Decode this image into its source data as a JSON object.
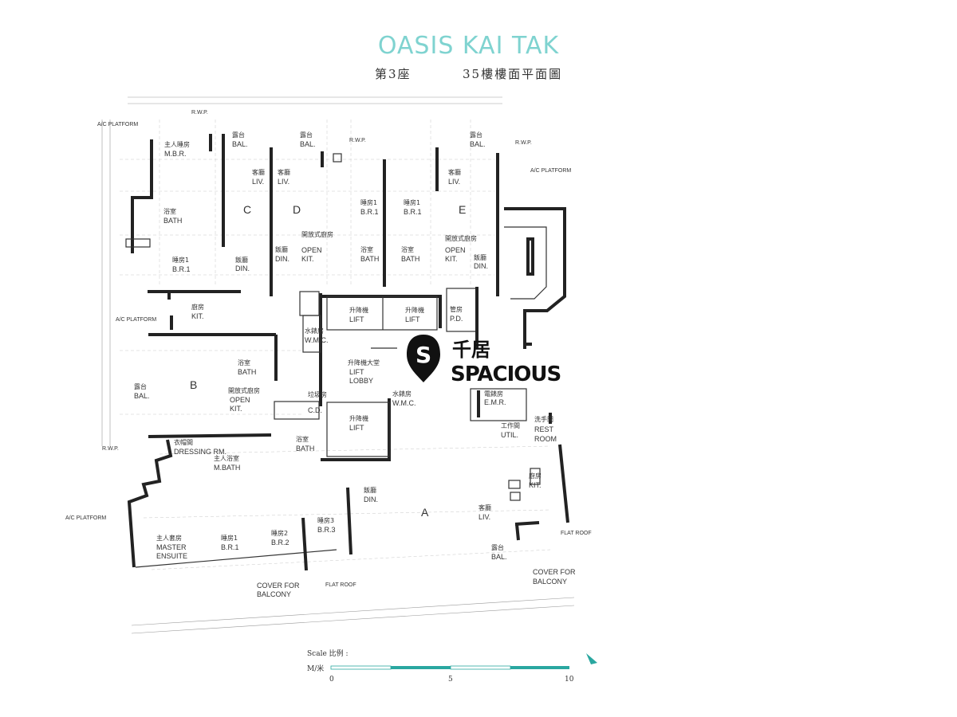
{
  "header": {
    "title": "OASIS KAI TAK",
    "block": "第3座",
    "floor": "35樓樓面平面圖"
  },
  "units": [
    "A",
    "B",
    "C",
    "D",
    "E"
  ],
  "rooms": {
    "mbr_zh": "主人睡房",
    "mbr": "M.B.R.",
    "bal_zh": "露台",
    "bal": "BAL.",
    "bath_zh": "浴室",
    "bath": "BATH",
    "br1_zh": "睡房1",
    "br1": "B.R.1",
    "br2_zh": "睡房2",
    "br2": "B.R.2",
    "br3_zh": "睡房3",
    "br3": "B.R.3",
    "liv_zh": "客廳",
    "liv": "LIV.",
    "din_zh": "飯廳",
    "din": "DIN.",
    "kit_zh": "廚房",
    "kit": "KIT.",
    "openkit_zh": "開放式廚房",
    "openkit_a": "OPEN",
    "openkit_b": "KIT.",
    "lift_zh": "升降機",
    "lift": "LIFT",
    "lobby_zh": "升降機大堂",
    "lobby_a": "LIFT",
    "lobby_b": "LOBBY",
    "pd_zh": "管房",
    "pd": "P.D.",
    "wmc_zh": "水錶房",
    "wmc": "W.M.C.",
    "cd_zh": "垃圾房",
    "cd": "C.D.",
    "emr_zh": "電錶房",
    "emr": "E.M.R.",
    "util_zh": "工作間",
    "util": "UTIL.",
    "rest_zh": "洗手間",
    "rest_a": "REST",
    "rest_b": "ROOM",
    "dressing_zh": "衣帽間",
    "dressing": "DRESSING RM.",
    "mbath_zh": "主人浴室",
    "mbath": "M.BATH",
    "master_zh": "主人套房",
    "master_a": "MASTER",
    "master_b": "ENSUITE",
    "ac": "A/C PLATFORM",
    "rwp": "R.W.P.",
    "flatroof": "FLAT ROOF",
    "cover_a": "COVER FOR",
    "cover_b": "BALCONY"
  },
  "logo": {
    "chinese": "千居",
    "english": "SPACIOUS",
    "letter": "S"
  },
  "scale": {
    "label": "Scale 比例 :",
    "unit": "M/米",
    "ticks": [
      "0",
      "5",
      "10"
    ]
  },
  "colors": {
    "title": "#7fd3d0",
    "scale_bar": "#2aa7a0",
    "logo": "#111111"
  }
}
